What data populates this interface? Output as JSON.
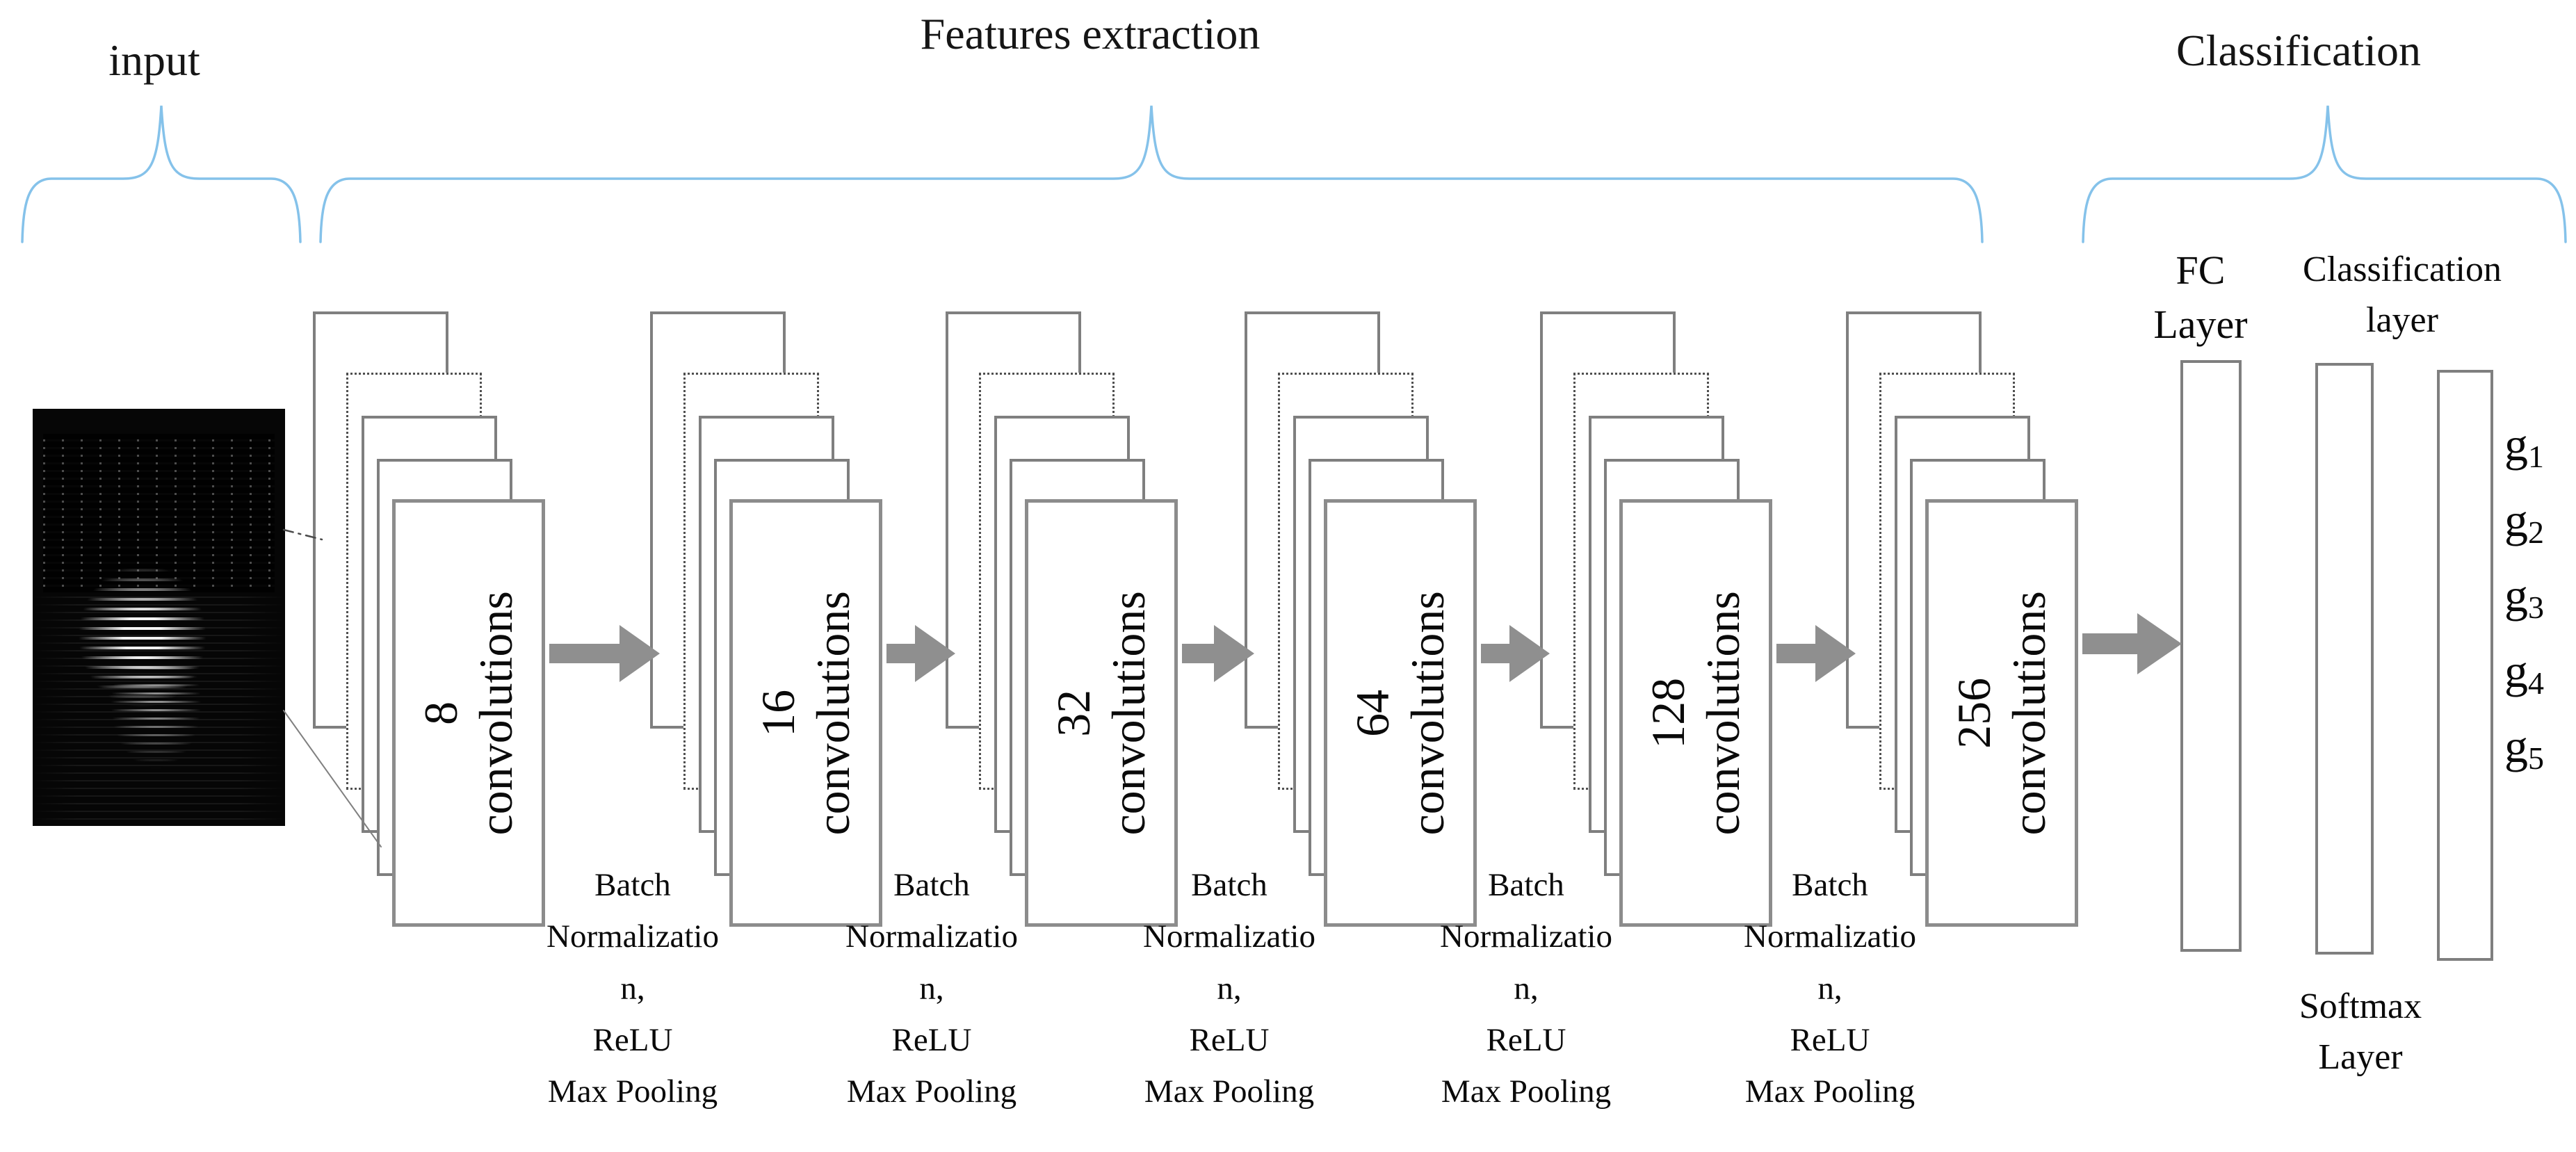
{
  "titles": {
    "input": "input",
    "features": "Features extraction",
    "classification": "Classification"
  },
  "conv_blocks": [
    {
      "count": "8",
      "unit": "convolutions"
    },
    {
      "count": "16",
      "unit": "convolutions"
    },
    {
      "count": "32",
      "unit": "convolutions"
    },
    {
      "count": "64",
      "unit": "convolutions"
    },
    {
      "count": "128",
      "unit": "convolutions"
    },
    {
      "count": "256",
      "unit": "convolutions"
    }
  ],
  "between_blocks_text": {
    "lines": [
      "Batch",
      "Normalizatio",
      "n,",
      "ReLU",
      "Max Pooling"
    ]
  },
  "fc_layer_label": {
    "line1": "FC",
    "line2": "Layer"
  },
  "classification_layer_label": {
    "line1": "Classification",
    "line2": "layer"
  },
  "softmax_layer_label": {
    "line1": "Softmax",
    "line2": "Layer"
  },
  "outputs": [
    {
      "symbol": "g",
      "subscript": "1"
    },
    {
      "symbol": "g",
      "subscript": "2"
    },
    {
      "symbol": "g",
      "subscript": "3"
    },
    {
      "symbol": "g",
      "subscript": "4"
    },
    {
      "symbol": "g",
      "subscript": "5"
    }
  ],
  "colors": {
    "brace_blue": "#85c2ea",
    "rect_border_gray": "#7f7f7f",
    "arrow_gray": "#8f8f8f",
    "text_black": "#111111"
  }
}
